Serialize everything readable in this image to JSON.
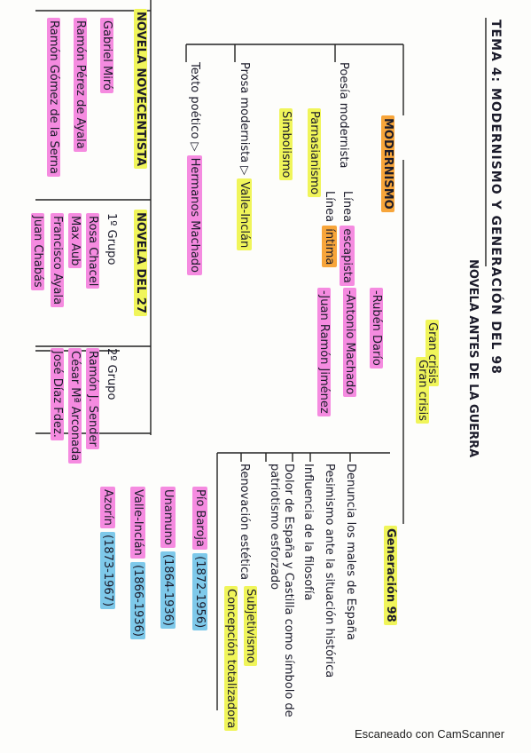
{
  "title": "TEMA 4: MODERNISMO Y GENERACIÓN DEL 98",
  "main_heading": "NOVELA ANTES DE LA GUERRA",
  "crisis": [
    "Gran crisis",
    "Gran crisis"
  ],
  "modernismo": {
    "label": "MODERNISMO",
    "poesia_modernista": "Poesía modernista",
    "parnasianismo": "Parnasianismo",
    "simbolismo": "Simbolismo",
    "linea_escapista_prefix": "Línea ",
    "linea_escapista_hl": "escapista",
    "linea_intima_prefix": "Línea ",
    "linea_intima_hl": "íntima",
    "authors": [
      "-Rubén Darío",
      "-Antonio Machado",
      "-Juan Ramón Jiménez"
    ],
    "prosa_prefix": "Prosa modernista ▷ ",
    "prosa_author": "Valle-Inclán",
    "texto_prefix": "Texto poético ▷ ",
    "texto_author": "Hermanos Machado"
  },
  "generacion98": {
    "label": "Generación 98",
    "features": [
      "Denuncia los males de España",
      "Pesimismo ante la situación histórica",
      "Influencia de la filosofía",
      "Dolor de España y Castilla como símbolo de",
      "patriotismo esforzado",
      "Renovación estética"
    ],
    "subjetivismo": "Subjetivismo",
    "concepcion": "Concepción totalizadora",
    "authors": [
      {
        "name": "Pío Baroja",
        "dates": "(1872-1956)"
      },
      {
        "name": "Unamuno",
        "dates": "(1864-1936)"
      },
      {
        "name": "Valle-Inclán",
        "dates": "(1866-1936)"
      },
      {
        "name": "Azorín",
        "dates": "(1873-1967)"
      }
    ]
  },
  "novecentista": {
    "label": "NOVELA NOVECENTISTA",
    "authors": [
      "Gabriel Miró",
      "Ramón Pérez de Ayala",
      "Ramón Gómez de la Serna"
    ]
  },
  "novela27": {
    "label": "NOVELA DEL 27",
    "grupo1": "1º Grupo",
    "grupo1_authors": [
      "Rosa Chacel",
      "Max Aub",
      "Francisco Ayala",
      "Juan Chabás"
    ],
    "grupo2": "2º Grupo",
    "grupo2_authors": [
      "Ramón J. Sender",
      "César Mª Arconada",
      "José Díaz Fdez."
    ]
  },
  "footer": "Escaneado con CamScanner"
}
